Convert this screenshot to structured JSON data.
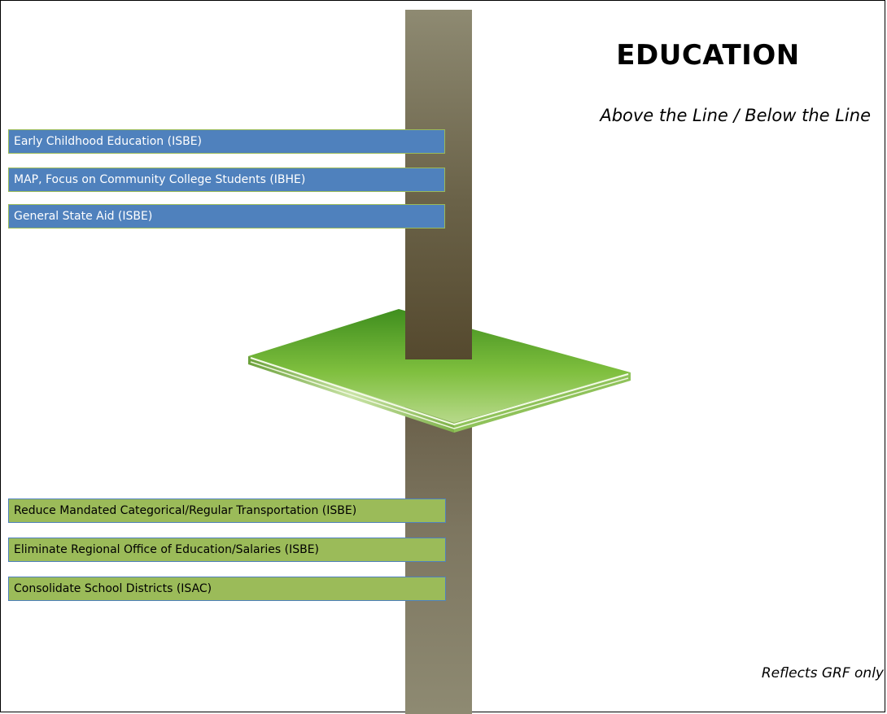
{
  "title": "EDUCATION",
  "subtitle": "Above the Line / Below the Line",
  "footnote": "Reflects GRF only",
  "colors": {
    "above_fill": "#4f81bd",
    "below_fill": "#9bbb59",
    "pillar": "#7d7660",
    "platform": "#8cc63f"
  },
  "above_items": [
    {
      "label": "Early Childhood Education (ISBE)"
    },
    {
      "label": "MAP, Focus on Community College Students (IBHE)"
    },
    {
      "label": "General State Aid (ISBE)"
    }
  ],
  "below_items": [
    {
      "label": "Reduce Mandated Categorical/Regular Transportation (ISBE)"
    },
    {
      "label": "Eliminate Regional Office of Education/Salaries (ISBE)"
    },
    {
      "label": "Consolidate School Districts (ISAC)"
    }
  ]
}
